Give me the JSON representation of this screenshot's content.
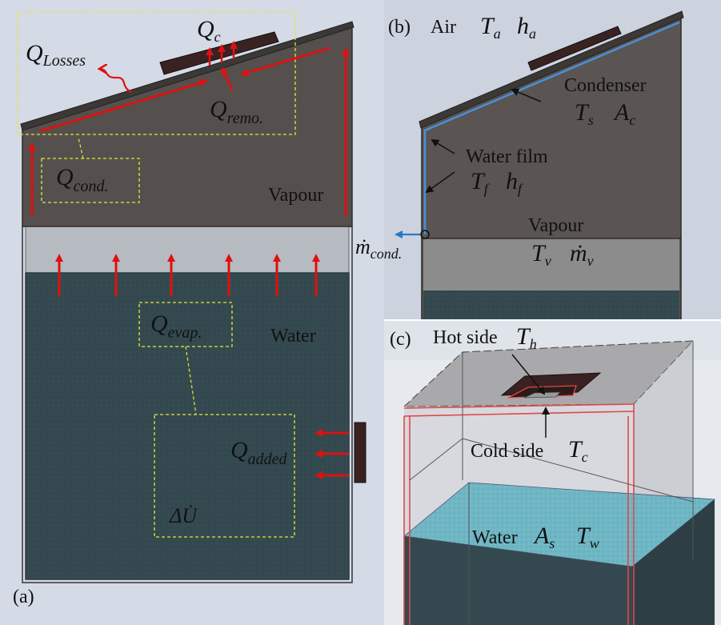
{
  "panel_a": {
    "tag": "(a)",
    "q_c": {
      "sym": "Q",
      "sub": "c"
    },
    "q_losses": {
      "sym": "Q",
      "sub": "Losses"
    },
    "q_remo": {
      "sym": "Q",
      "sub": "remo."
    },
    "q_cond": {
      "sym": "Q",
      "sub": "cond."
    },
    "vapour": "Vapour",
    "q_evap": {
      "sym": "Q",
      "sub": "evap."
    },
    "water": "Water",
    "q_added": {
      "sym": "Q",
      "sub": "added"
    },
    "delta_u": "ΔU̇"
  },
  "panel_b": {
    "tag": "(b)",
    "air": "Air",
    "ta": {
      "sym": "T",
      "sub": "a"
    },
    "ha": {
      "sym": "h",
      "sub": "a"
    },
    "condenser": "Condenser",
    "ts": {
      "sym": "T",
      "sub": "s"
    },
    "ac": {
      "sym": "A",
      "sub": "c"
    },
    "water_film": "Water film",
    "tf": {
      "sym": "T",
      "sub": "f"
    },
    "hf": {
      "sym": "h",
      "sub": "f"
    },
    "vapour": "Vapour",
    "m_cond": {
      "sym": "ṁ",
      "sub": "cond."
    },
    "tv": {
      "sym": "T",
      "sub": "v"
    },
    "mv": {
      "sym": "ṁ",
      "sub": "v"
    }
  },
  "panel_c": {
    "tag": "(c)",
    "hot_side": "Hot side",
    "th": {
      "sym": "T",
      "sub": "h"
    },
    "cold_side": "Cold side",
    "tc": {
      "sym": "T",
      "sub": "c"
    },
    "water": "Water",
    "as": {
      "sym": "A",
      "sub": "s"
    },
    "tw": {
      "sym": "T",
      "sub": "w"
    }
  },
  "colors": {
    "heat_arrow": "#e01010",
    "mass_arrow": "#2b78c8",
    "water_film_line": "#4b8fd8",
    "water_body": "#34494f",
    "vapour_space": "#55504d",
    "tec_module": "#3a2222",
    "callout_box": "#e6e63c",
    "frame_red": "#e04848"
  }
}
